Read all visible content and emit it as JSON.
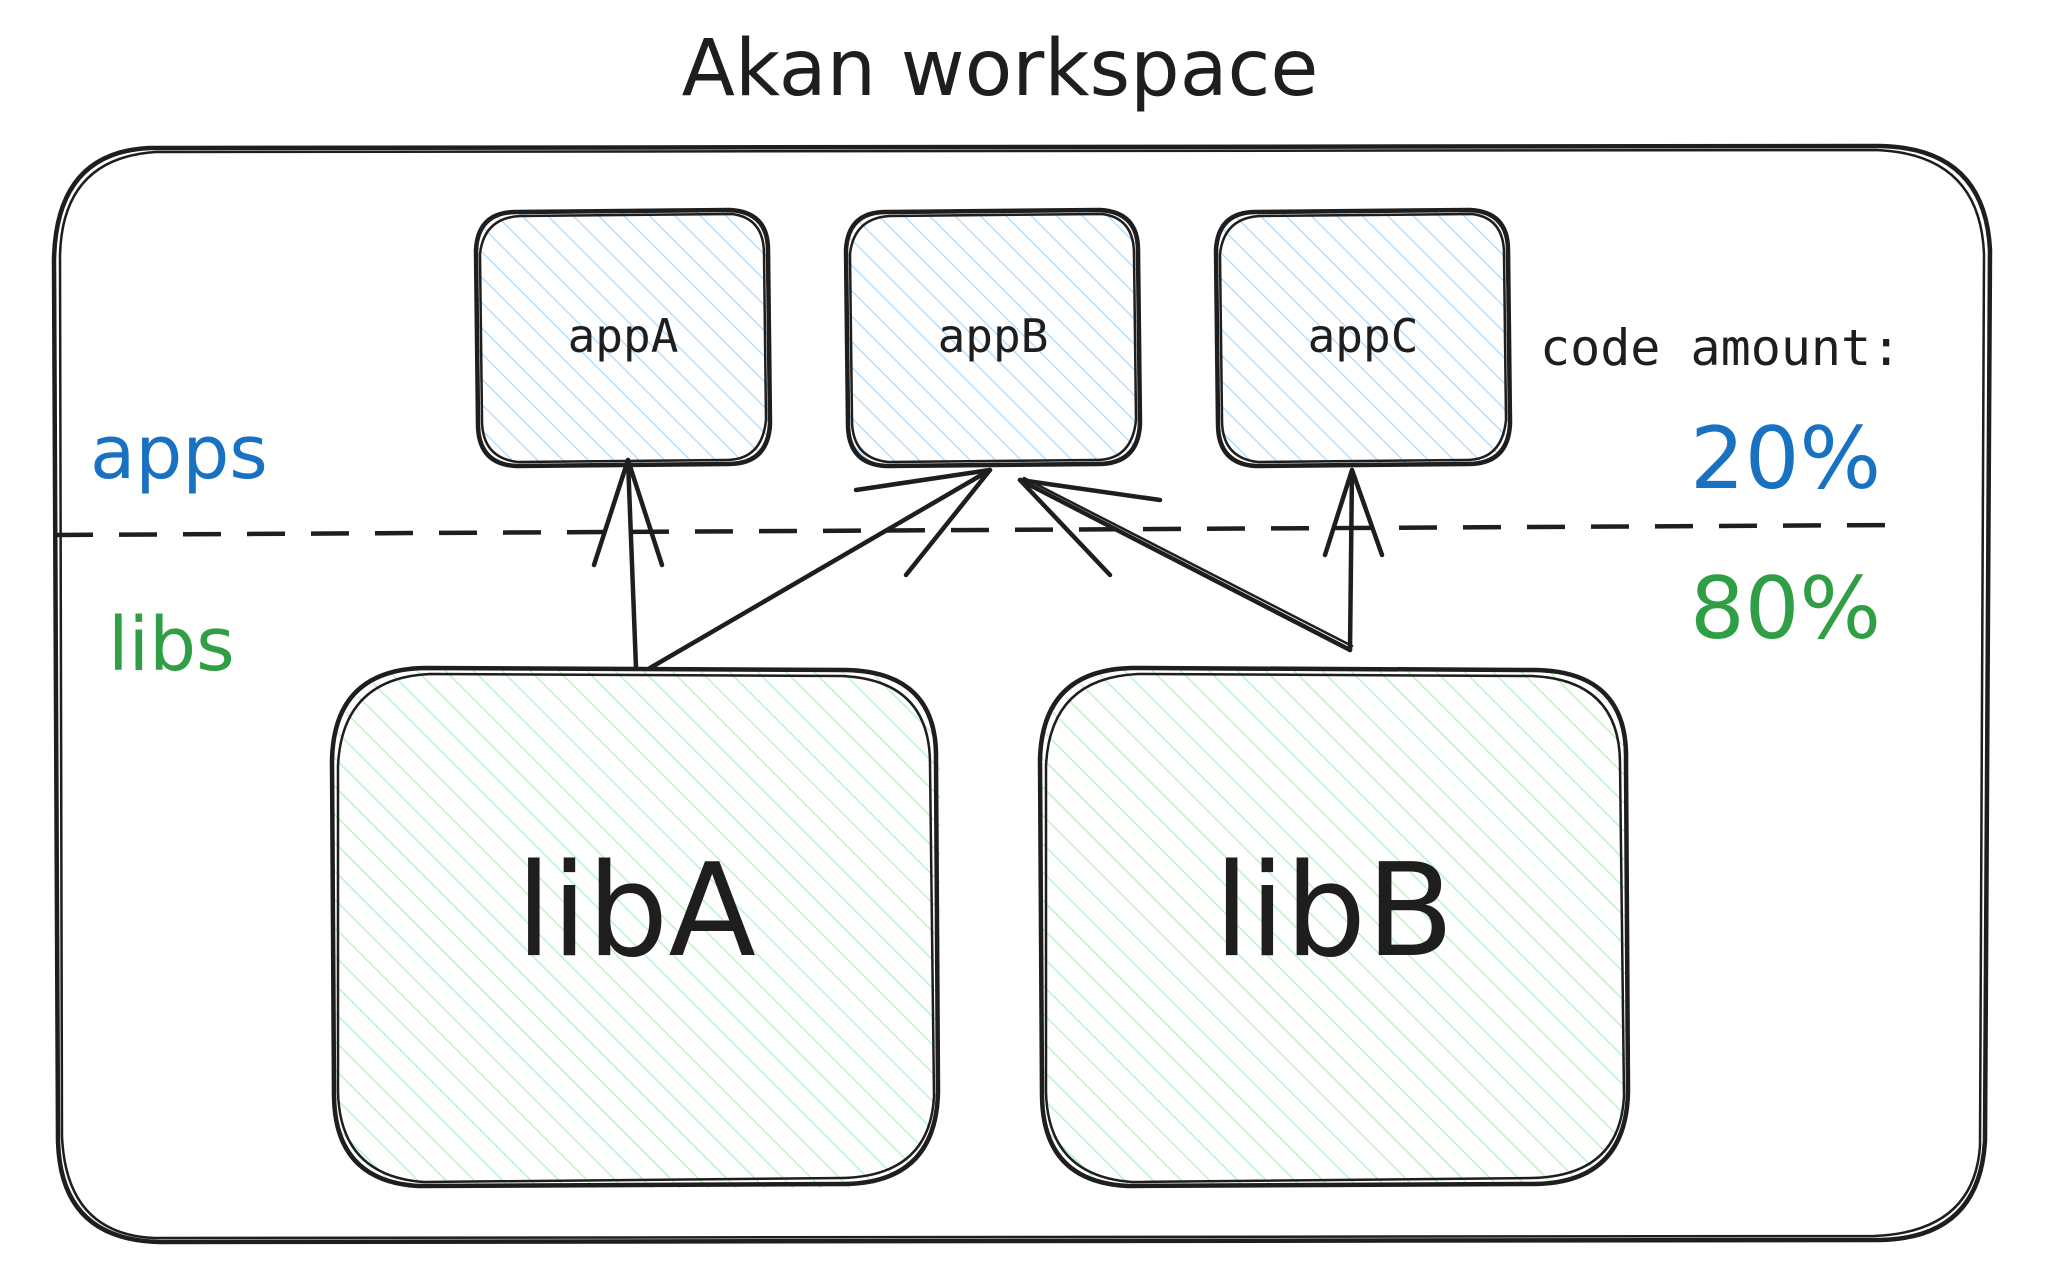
{
  "title": "Akan workspace",
  "layers": {
    "apps_label": "apps",
    "libs_label": "libs"
  },
  "apps": [
    {
      "id": "appA",
      "label": "appA"
    },
    {
      "id": "appB",
      "label": "appB"
    },
    {
      "id": "appC",
      "label": "appC"
    }
  ],
  "libs": [
    {
      "id": "libA",
      "label": "libA"
    },
    {
      "id": "libB",
      "label": "libB"
    }
  ],
  "code_amount": {
    "label": "code amount:",
    "apps_percent": "20%",
    "libs_percent": "80%"
  },
  "dependencies": [
    {
      "from": "libA",
      "to": "appA"
    },
    {
      "from": "libA",
      "to": "appB"
    },
    {
      "from": "libB",
      "to": "appB"
    },
    {
      "from": "libB",
      "to": "appC"
    }
  ],
  "colors": {
    "ink": "#1e1e1e",
    "apps": "#1971c2",
    "libs": "#2f9e44",
    "app_hatch": "#a5d8ff",
    "lib_hatch": "#b2f2bb",
    "background": "#ffffff"
  }
}
